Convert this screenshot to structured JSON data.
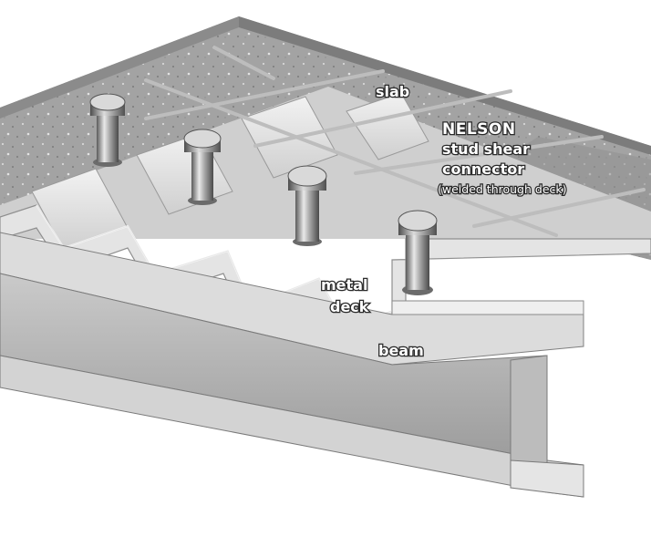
{
  "labels": {
    "slab": "slab",
    "nelson": "NELSON",
    "stud_shear": "stud shear",
    "connector": "connector",
    "welded": "(welded through deck)",
    "metal": "metal",
    "deck": "deck",
    "beam": "beam"
  },
  "icons": {
    "stud": "stud-shear-connector-icon"
  },
  "colors": {
    "concrete": "#a9a9a9",
    "concrete_dark": "#6e6e6e",
    "deck": "#e6e6e6",
    "deck_shadow": "#bdbdbd",
    "beam": "#d6d6d6",
    "beam_dark": "#8e8e8e",
    "stud": "#c8c8c8",
    "rebar": "#b5b5b5",
    "label": "#ffffff"
  }
}
